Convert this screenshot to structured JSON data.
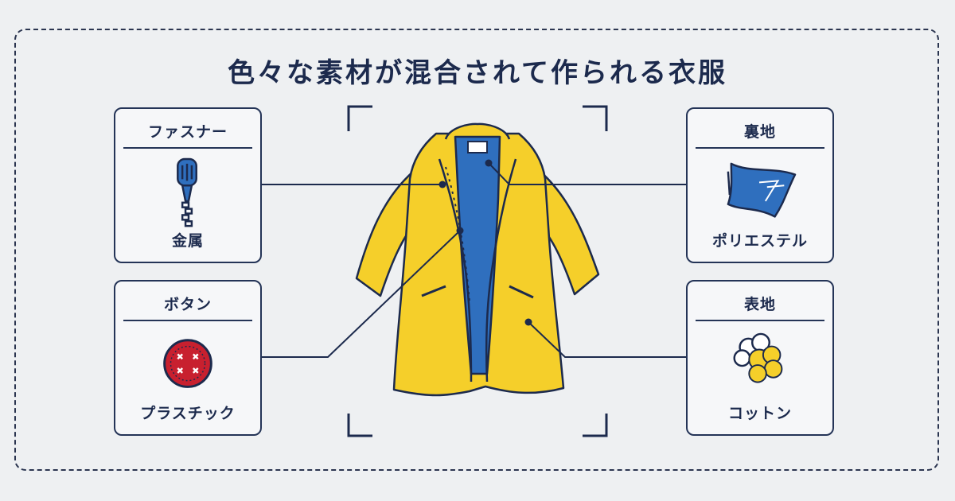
{
  "title": "色々な素材が混合されて作られる衣服",
  "cards": {
    "top_left": {
      "heading": "ファスナー",
      "material": "金属",
      "icon": "zipper-icon"
    },
    "bottom_left": {
      "heading": "ボタン",
      "material": "プラスチック",
      "icon": "button-icon"
    },
    "top_right": {
      "heading": "裏地",
      "material": "ポリエステル",
      "icon": "fabric-icon"
    },
    "bottom_right": {
      "heading": "表地",
      "material": "コットン",
      "icon": "cotton-icon"
    }
  },
  "colors": {
    "navy": "#1c2a4d",
    "coat_yellow": "#f5cf2a",
    "lining_blue": "#2f6fbe",
    "button_red": "#c8202f",
    "background": "#eef0f2"
  }
}
